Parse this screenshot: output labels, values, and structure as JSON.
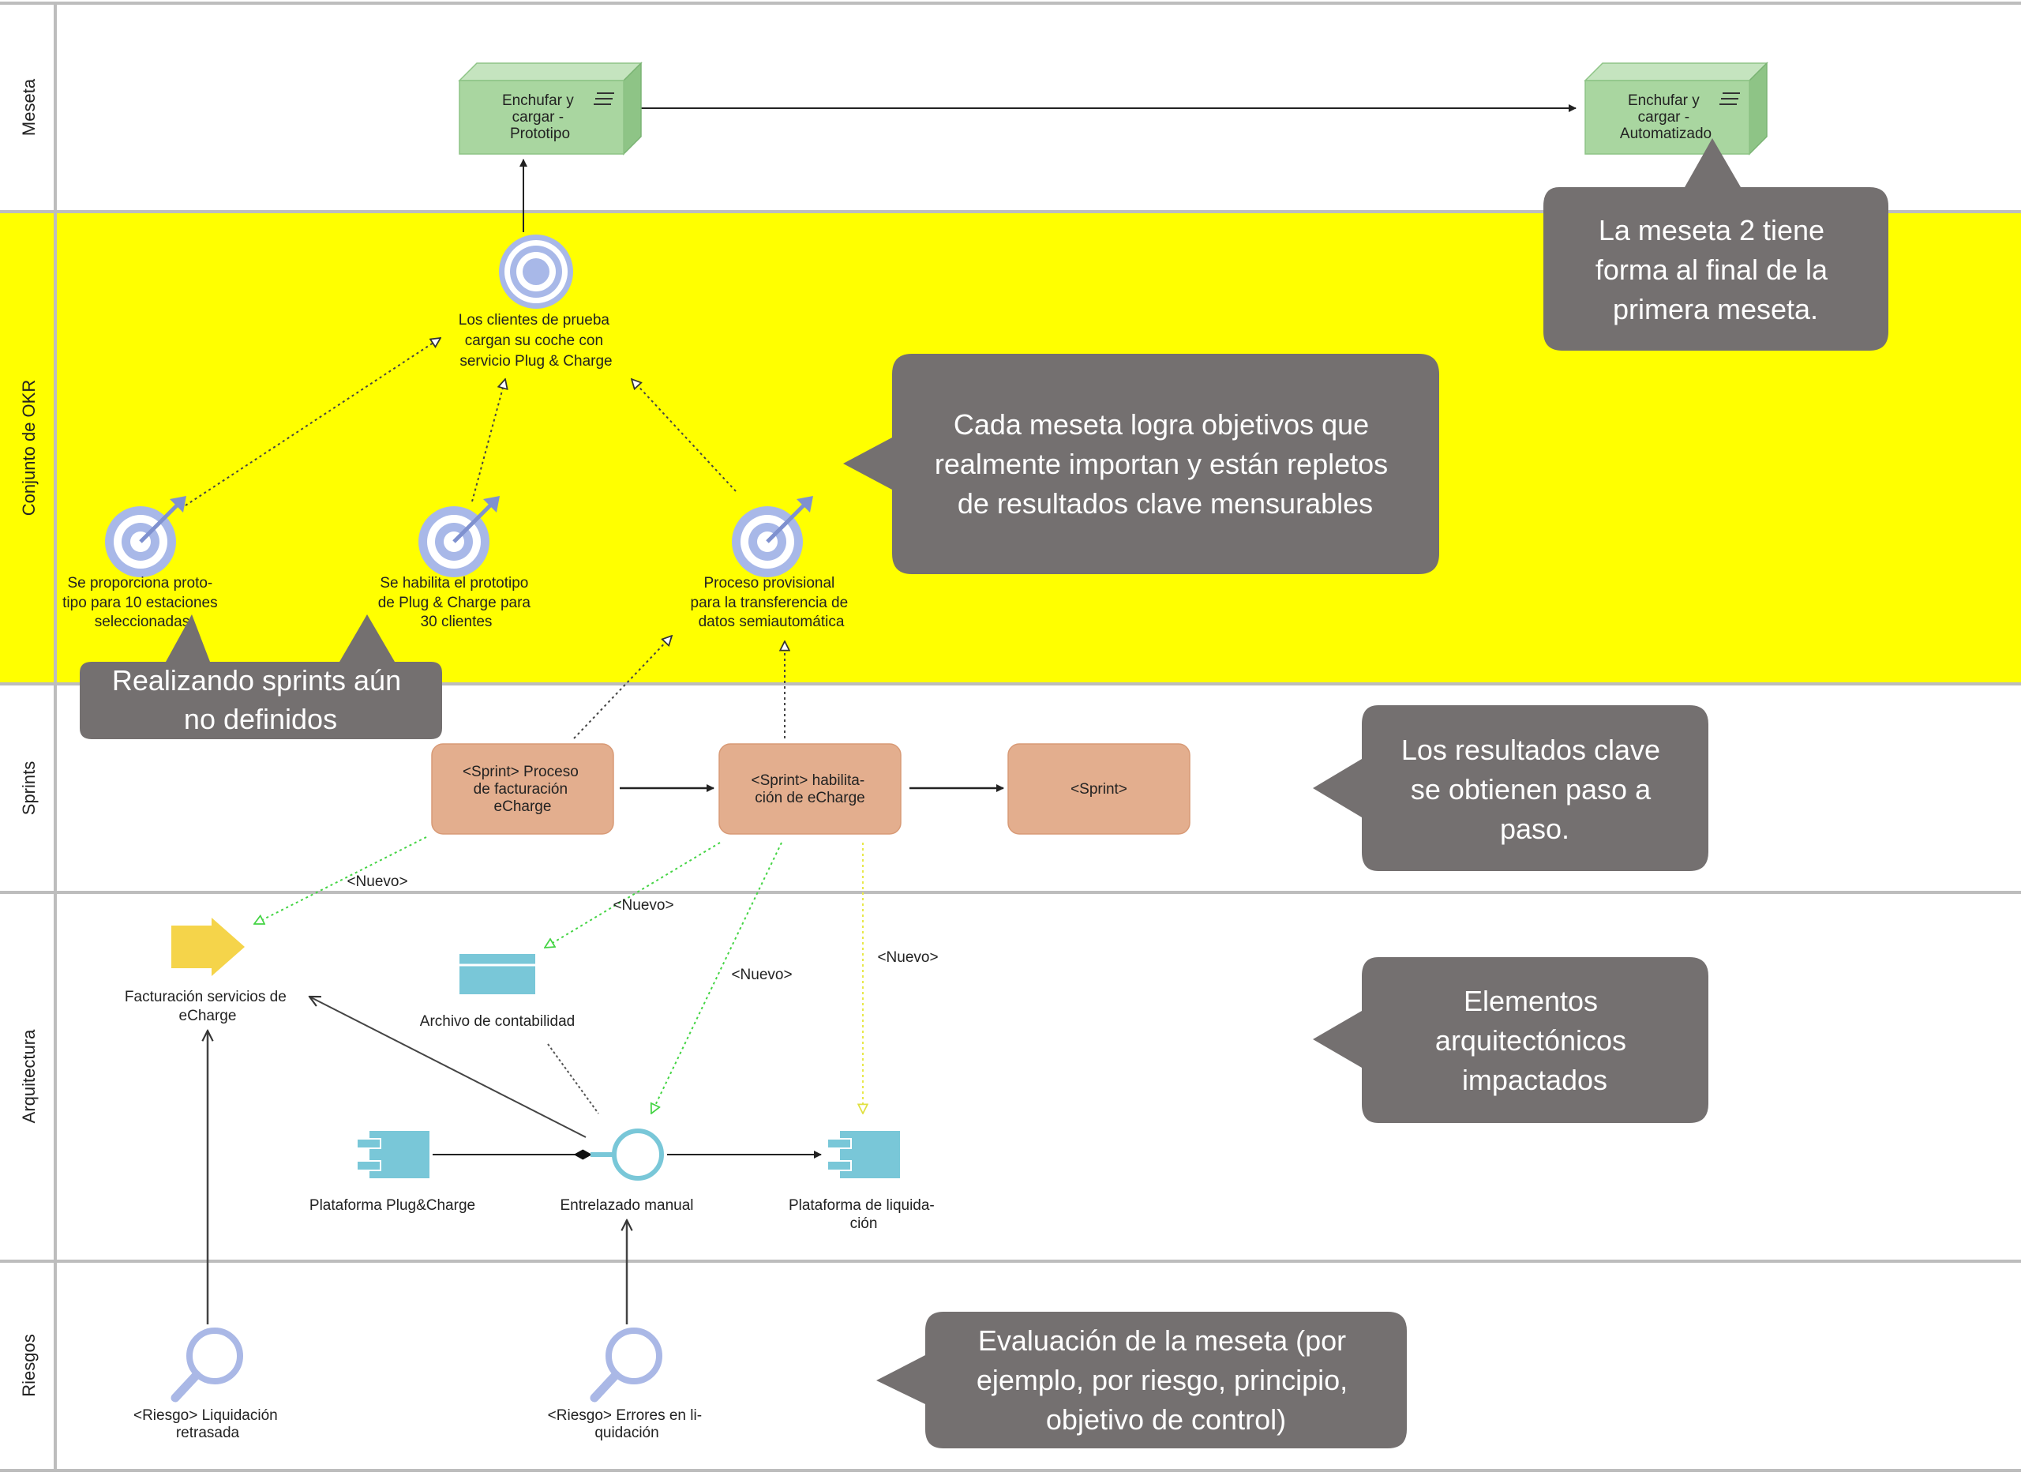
{
  "lanes": [
    {
      "id": "meseta",
      "label": "Meseta",
      "color": "#ffffff"
    },
    {
      "id": "okr",
      "label": "Conjunto de OKR",
      "color": "#ffff00"
    },
    {
      "id": "sprints",
      "label": "Sprints",
      "color": "#ffffff"
    },
    {
      "id": "arquitectura",
      "label": "Arquitectura",
      "color": "#ffffff"
    },
    {
      "id": "riesgos",
      "label": "Riesgos",
      "color": "#ffffff"
    }
  ],
  "plateaus": [
    {
      "id": "plateau-1",
      "lines": [
        "Enchufar y",
        "cargar -",
        "Prototipo"
      ]
    },
    {
      "id": "plateau-2",
      "lines": [
        "Enchufar y",
        "cargar -",
        "Automatizado"
      ]
    }
  ],
  "okr": {
    "objective": {
      "lines": [
        "Los clientes de prueba",
        "cargan su coche con",
        "servicio Plug & Charge"
      ]
    },
    "key_results": [
      {
        "lines": [
          "Se proporciona proto-",
          "tipo para 10 estaciones",
          "seleccionadas"
        ]
      },
      {
        "lines": [
          "Se habilita el prototipo",
          "de Plug & Charge para",
          "30 clientes"
        ]
      },
      {
        "lines": [
          "Proceso provisional",
          "para la transferencia de",
          "datos semiautomática"
        ]
      }
    ]
  },
  "sprints": [
    {
      "lines": [
        "<Sprint> Proceso",
        "de facturación",
        "eCharge"
      ]
    },
    {
      "lines": [
        "<Sprint> habilita-",
        "ción de eCharge"
      ]
    },
    {
      "lines": [
        "<Sprint>"
      ]
    }
  ],
  "relations": {
    "nuevo": "<Nuevo>"
  },
  "architecture": [
    {
      "id": "facturacion",
      "lines": [
        "Facturación servicios de",
        "eCharge"
      ]
    },
    {
      "id": "archivo",
      "lines": [
        "Archivo de contabilidad"
      ]
    },
    {
      "id": "plataforma-pc",
      "lines": [
        "Plataforma Plug&Charge"
      ]
    },
    {
      "id": "entrelazado",
      "lines": [
        "Entrelazado manual"
      ]
    },
    {
      "id": "plataforma-liq",
      "lines": [
        "Plataforma de liquida-",
        "ción"
      ]
    }
  ],
  "risks": [
    {
      "lines": [
        "<Riesgo> Liquidación",
        "retrasada"
      ]
    },
    {
      "lines": [
        "<Riesgo> Errores en li-",
        "quidación"
      ]
    }
  ],
  "callouts": [
    {
      "id": "meseta2",
      "lines": [
        "La meseta 2 tiene",
        "forma al final de la",
        "primera meseta."
      ]
    },
    {
      "id": "objetivos",
      "lines": [
        "Cada meseta logra objetivos que",
        "realmente importan y están repletos",
        "de resultados clave mensurables"
      ]
    },
    {
      "id": "sprints-no",
      "lines": [
        "Realizando sprints aún",
        "no definidos"
      ]
    },
    {
      "id": "resultados",
      "lines": [
        "Los resultados clave",
        "se obtienen paso a",
        "paso."
      ]
    },
    {
      "id": "elementos",
      "lines": [
        "Elementos",
        "arquitectónicos",
        "impactados"
      ]
    },
    {
      "id": "evaluacion",
      "lines": [
        "Evaluación de la meseta (por",
        "ejemplo, por riesgo, principio,",
        "objetivo de control)"
      ]
    }
  ],
  "colors": {
    "plateau_fill": "#a9d6a0",
    "plateau_dark": "#8ec486",
    "okr_lane": "#ffff00",
    "target_blue": "#a8b8e8",
    "sprint_fill": "#e3ae8e",
    "arch_blue": "#79c7d8",
    "arrow_yellow": "#f5d44a",
    "risk_blue": "#aab8e6",
    "callout_fill": "#747070",
    "green_link": "#44d444",
    "yellow_link": "#e8e84a"
  }
}
